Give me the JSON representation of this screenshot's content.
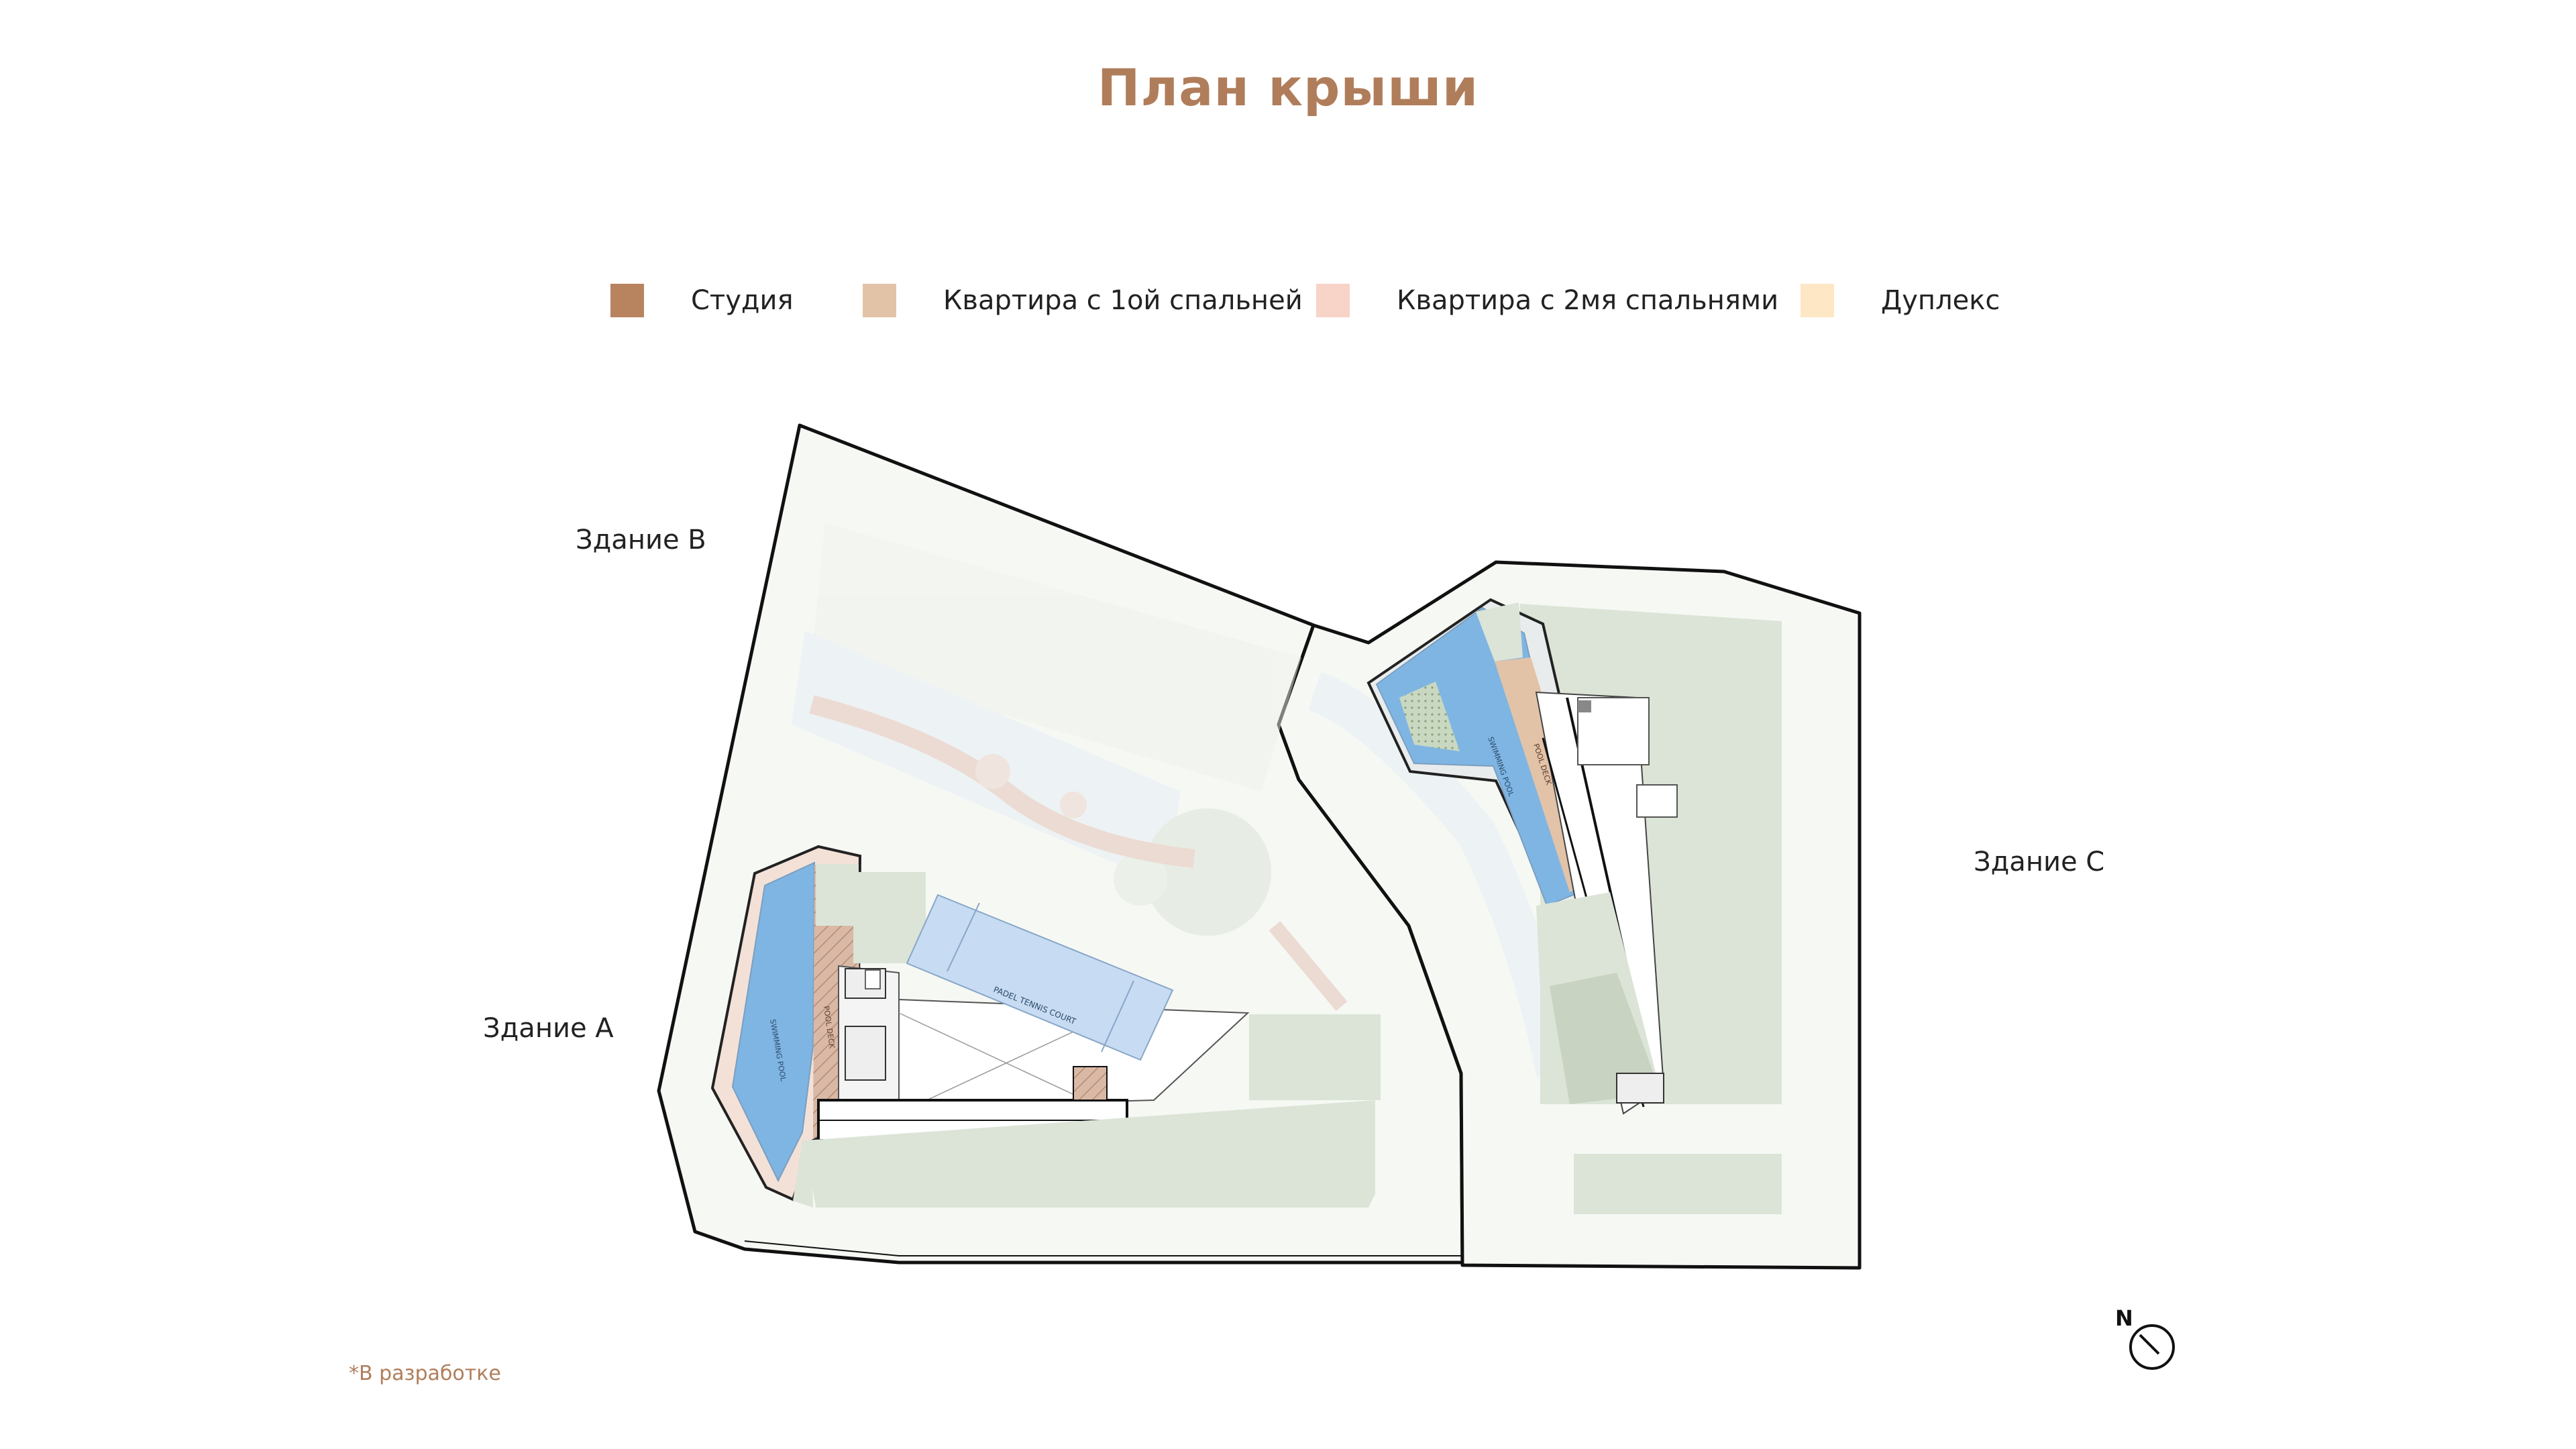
{
  "page": {
    "title": "План крыши",
    "footnote": "*В разработке"
  },
  "legend": [
    {
      "label": "Студия",
      "color": "#b8835f"
    },
    {
      "label": "Квартира с 1ой спальней",
      "color": "#e2c3a8"
    },
    {
      "label": "Квартира с 2мя спальнями",
      "color": "#f8d3c8"
    },
    {
      "label": "Дуплекс",
      "color": "#fde7c5"
    }
  ],
  "buildings": {
    "a": "Здание А",
    "b": "Здание В",
    "c": "Здание С"
  },
  "plan_labels": {
    "pool_a": "SWIMMING POOL",
    "deck_a": "POOL DECK",
    "court": "PADEL TENNIS COURT",
    "pool_c": "SWIMMING POOL",
    "deck_c": "POOL DECK"
  },
  "compass": {
    "label": "N"
  },
  "colors": {
    "accent": "#b07d5b",
    "pool": "#7fb5e3",
    "green": "#dbe4d6",
    "court": "#c7dbf2",
    "site": "#f6f8f4"
  }
}
